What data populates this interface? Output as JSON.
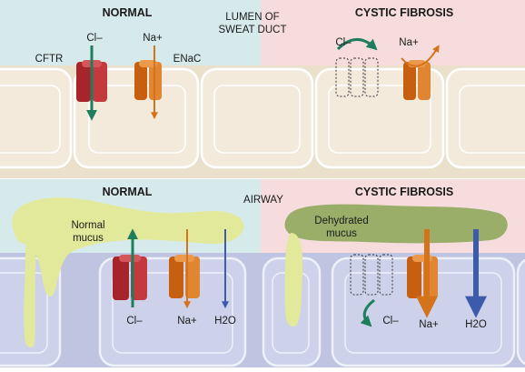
{
  "colors": {
    "normal_bg": "#d6eaec",
    "cf_bg": "#f6dcdc",
    "airway_cell": "#c9cde6",
    "sweat_cell": "#f1e7d6",
    "cftr_red": "#b3272d",
    "enac_orange": "#d5731a",
    "arrow_green": "#1d7d5c",
    "arrow_blue": "#3c5cab",
    "mucus_normal": "#e3e99a",
    "mucus_dehydrated": "#9aae6a"
  },
  "sweat_duct": {
    "normal": {
      "heading": "NORMAL",
      "cftr_label": "CFTR",
      "cl_label": "Cl–",
      "na_label": "Na+",
      "enac_label": "ENaC"
    },
    "lumen_label_line1": "LUMEN OF",
    "lumen_label_line2": "SWEAT DUCT",
    "cystic_fibrosis": {
      "heading": "CYSTIC FIBROSIS",
      "cl_label": "Cl–",
      "na_label": "Na+"
    }
  },
  "airway": {
    "label": "AIRWAY",
    "normal": {
      "heading": "NORMAL",
      "mucus_line1": "Normal",
      "mucus_line2": "mucus",
      "cl_label": "Cl–",
      "na_label": "Na+",
      "water_label": "H2O"
    },
    "cystic_fibrosis": {
      "heading": "CYSTIC FIBROSIS",
      "mucus_line1": "Dehydrated",
      "mucus_line2": "mucus",
      "cl_label": "Cl–",
      "na_label": "Na+",
      "water_label": "H2O"
    }
  }
}
